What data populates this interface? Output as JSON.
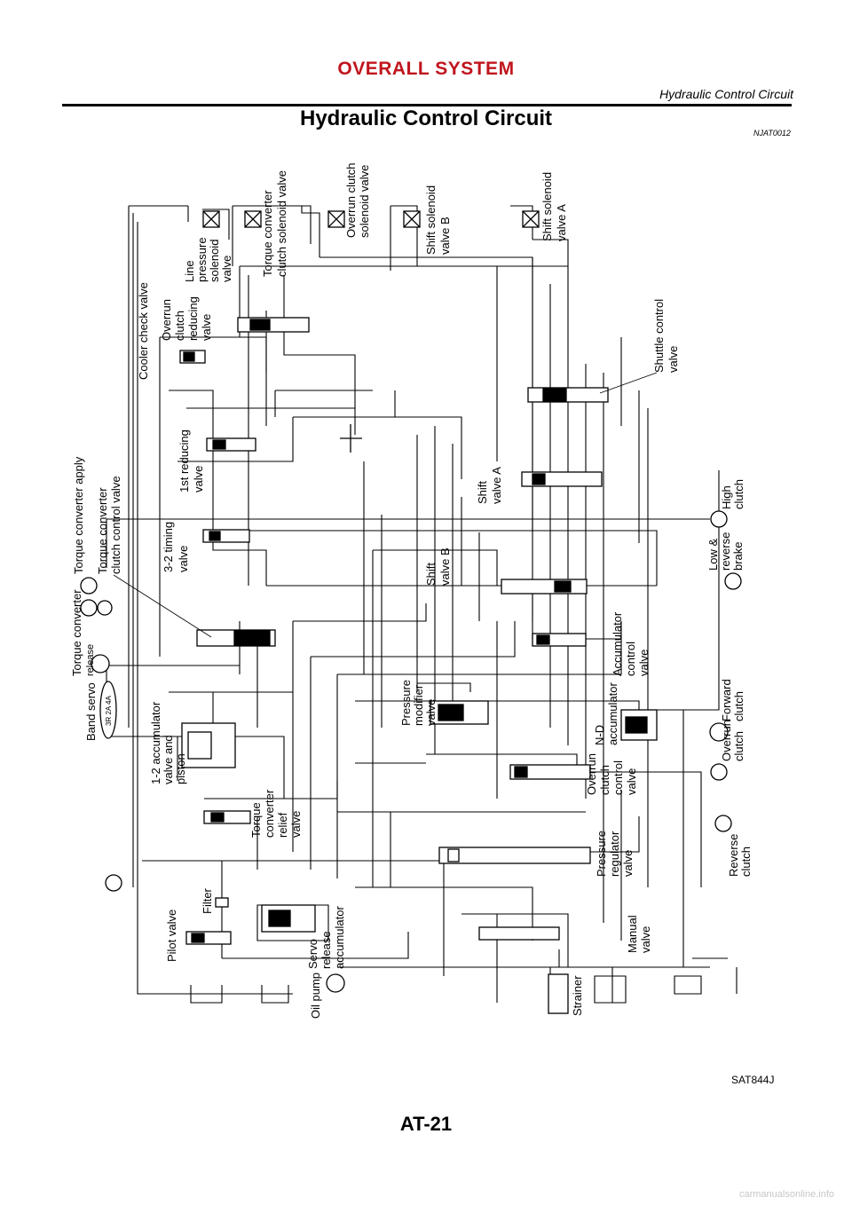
{
  "header": {
    "section_title": "OVERALL SYSTEM",
    "subtitle": "Hydraulic Control Circuit"
  },
  "page": {
    "title": "Hydraulic Control Circuit",
    "ref_code": "NJAT0012",
    "figure_code": "SAT844J",
    "page_number": "AT-21",
    "watermark": "carmanualsonline.info"
  },
  "diagram": {
    "labels": {
      "line_pressure": [
        "Line",
        "pressure",
        "solenoid",
        "valve"
      ],
      "tcc_solenoid": [
        "Torque converter",
        "clutch solenoid valve"
      ],
      "overrun_solenoid": [
        "Overrun clutch",
        "solenoid valve"
      ],
      "shift_sol_b": [
        "Shift solenoid",
        "valve B"
      ],
      "shift_sol_a": [
        "Shift solenoid",
        "valve A"
      ],
      "cooler_check": [
        "Cooler check valve"
      ],
      "overrun_reducing": [
        "Overrun",
        "clutch",
        "reducing",
        "valve"
      ],
      "shuttle_control": [
        "Shuttle control",
        "valve"
      ],
      "first_reducing": [
        "1st reducing",
        "valve"
      ],
      "tc_apply": [
        "Torque converter apply"
      ],
      "tcc_control": [
        "Torque converter",
        "clutch control valve"
      ],
      "shift_a": [
        "Shift",
        "valve A"
      ],
      "high_clutch": [
        "High",
        "clutch"
      ],
      "timing_32": [
        "3-2 timing",
        "valve"
      ],
      "low_reverse": [
        "Low &",
        "reverse",
        "brake"
      ],
      "shift_b": [
        "Shift",
        "valve B"
      ],
      "tc_release": [
        "Torque converter",
        "release"
      ],
      "accum_control": [
        "Accumulator",
        "control",
        "valve"
      ],
      "band_servo": [
        "Band servo"
      ],
      "servo_marks": [
        "3R",
        "2A",
        "4A"
      ],
      "pressure_modifier": [
        "Pressure",
        "modifier",
        "valve"
      ],
      "forward_clutch": [
        "Forward",
        "clutch"
      ],
      "accum_12": [
        "1-2 accumulator",
        "valve and",
        "piston"
      ],
      "nd_accum": [
        "N-D",
        "accumulator"
      ],
      "overrun_control": [
        "Overrun",
        "clutch",
        "control",
        "valve"
      ],
      "overrun_clutch": [
        "Overrun",
        "clutch"
      ],
      "tc_relief": [
        "Torque",
        "converter",
        "relief",
        "valve"
      ],
      "pressure_regulator": [
        "Pressure",
        "regulator",
        "valve"
      ],
      "reverse_clutch": [
        "Reverse",
        "clutch"
      ],
      "filter": [
        "Filter"
      ],
      "servo_release": [
        "Servo",
        "release",
        "accumulator"
      ],
      "pilot_valve": [
        "Pilot valve"
      ],
      "manual_valve": [
        "Manual",
        "valve"
      ],
      "oil_pump": [
        "Oil pump"
      ],
      "strainer": [
        "Strainer"
      ]
    }
  }
}
